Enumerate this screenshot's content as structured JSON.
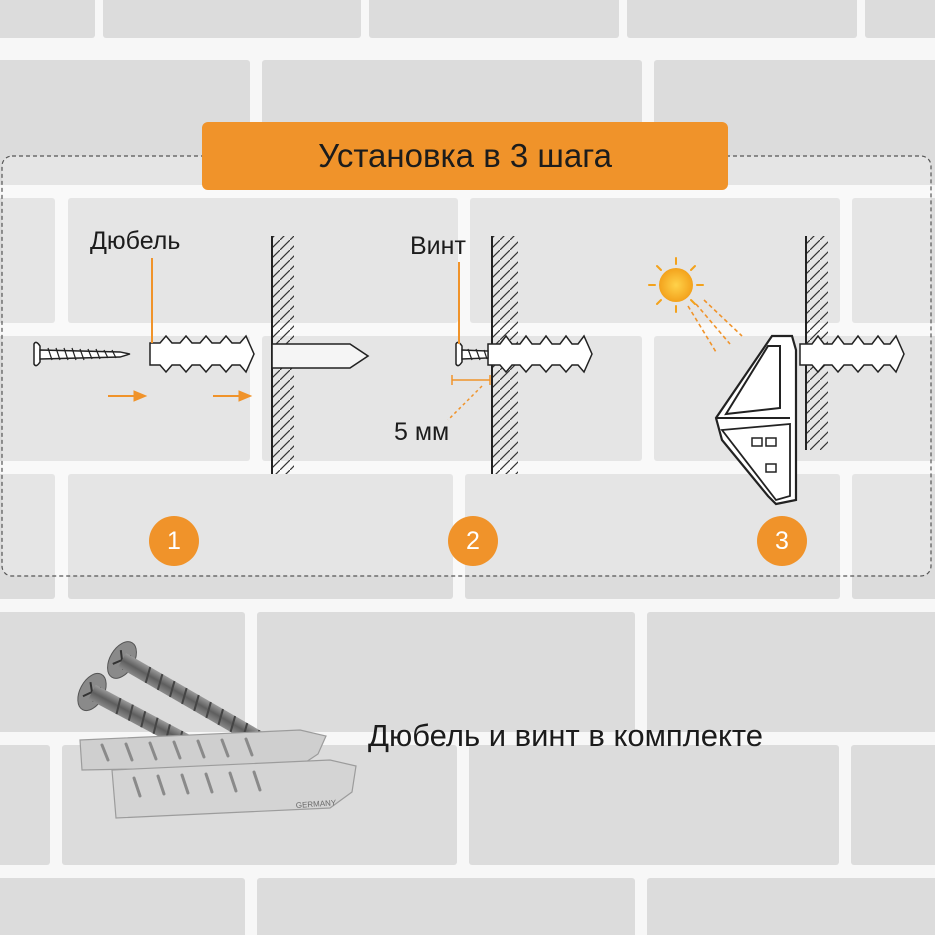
{
  "title": "Установка в 3 шага",
  "labels": {
    "dowel": "Дюбель",
    "screw": "Винт",
    "gap": "5 мм"
  },
  "steps": [
    "1",
    "2",
    "3"
  ],
  "caption": "Дюбель и винт в комплекте",
  "product_text": "GERMANY",
  "colors": {
    "accent": "#f0932a",
    "text": "#1c1c1c",
    "brick": "#d9d9d9",
    "mortar": "#f7f7f7"
  }
}
